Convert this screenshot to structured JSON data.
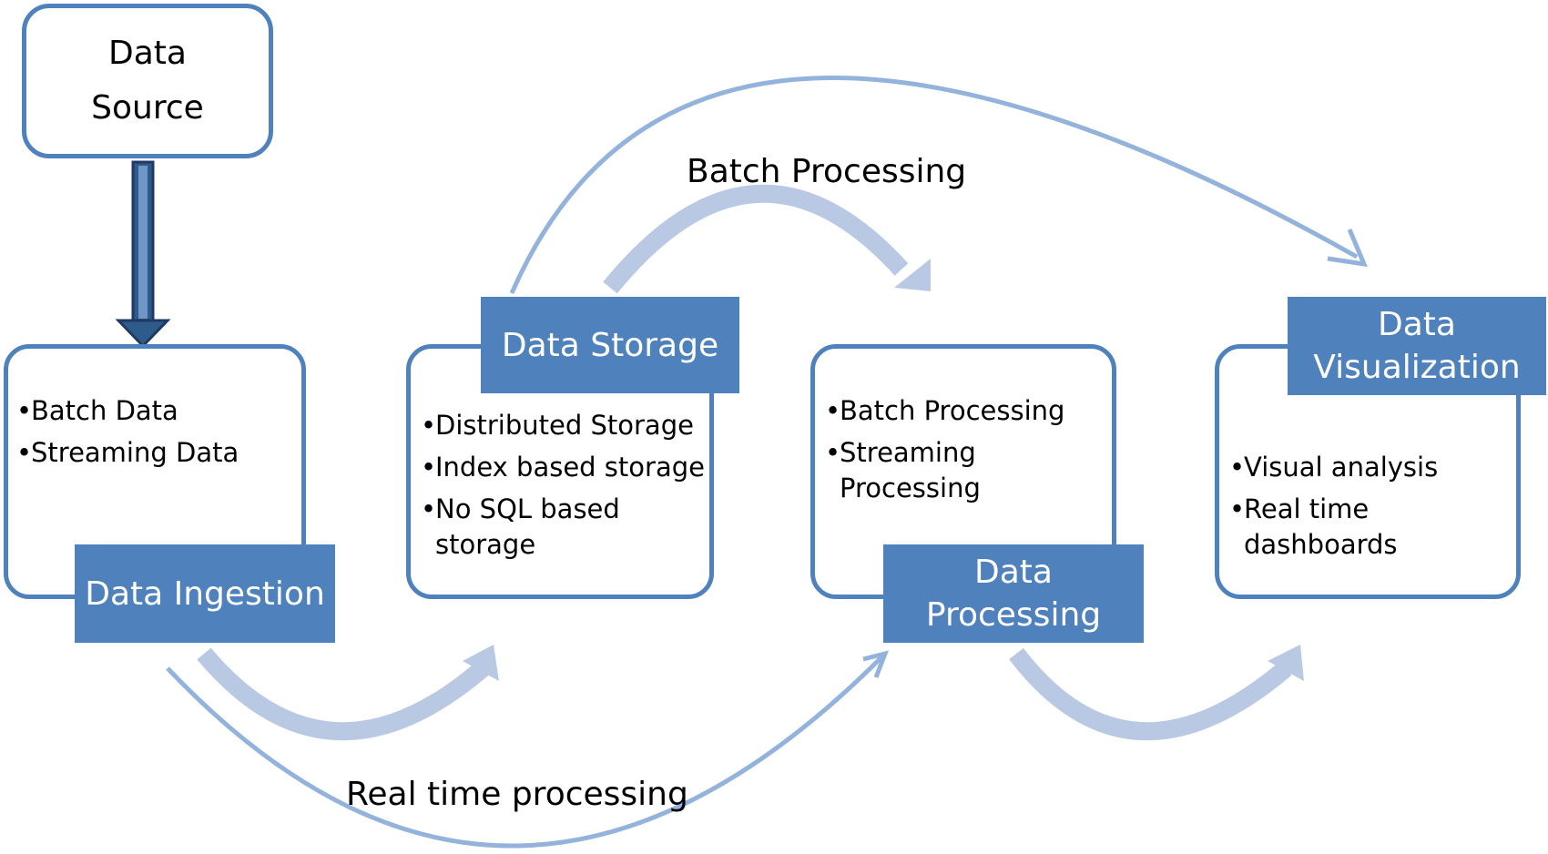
{
  "source": {
    "lines": [
      "Data",
      "Source"
    ]
  },
  "ingestion": {
    "label": "Data Ingestion",
    "bullets": [
      "Batch Data",
      "Streaming Data"
    ]
  },
  "storage": {
    "label": "Data Storage",
    "bullets": [
      "Distributed Storage",
      "Index based storage",
      "No SQL based storage"
    ]
  },
  "processing": {
    "label_lines": [
      "Data",
      "Processing"
    ],
    "bullets": [
      "Batch Processing",
      "Streaming Processing"
    ]
  },
  "visualization": {
    "label_lines": [
      "Data",
      "Visualization"
    ],
    "bullets": [
      "Visual analysis",
      "Real time dashboards"
    ]
  },
  "captions": {
    "batch": "Batch Processing",
    "realtime": "Real time processing"
  },
  "colors": {
    "accent": "#4f81bd",
    "light_arrow": "#b9c9e3",
    "thin_arrow": "#93b3dd",
    "dark_arrow": "#1f3864"
  }
}
